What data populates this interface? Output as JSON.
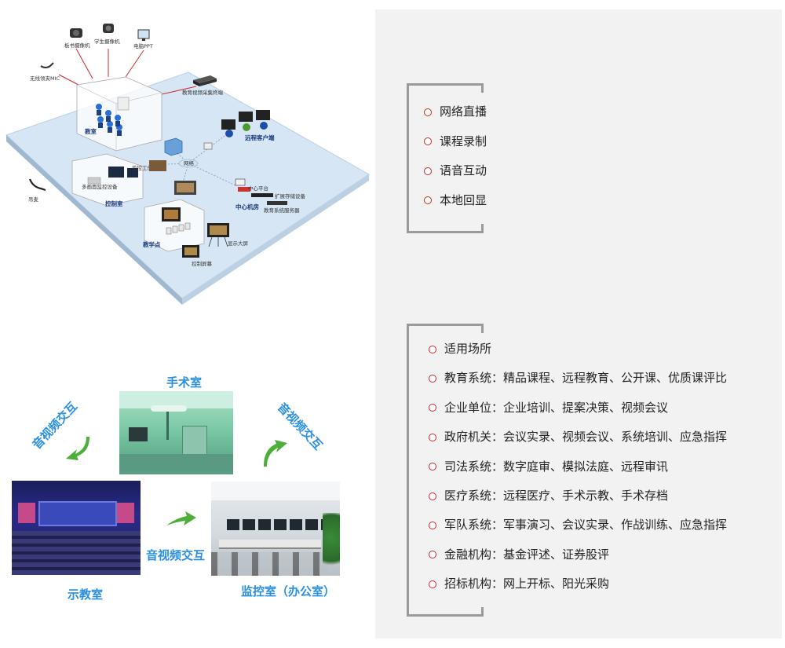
{
  "topology": {
    "nodes": {
      "board_camera": "板书摄像机",
      "student_camera": "学生摄像机",
      "pc_ppt": "电脑PPT",
      "wireless_mic": "无线领夹MIC",
      "capture_terminal": "教育视频采集终端",
      "classroom": "教室",
      "remote_client": "远程客户端",
      "network": "网络",
      "hanging_mic": "吊麦",
      "control_workstation": "监控工作站",
      "control_room": "控制室",
      "multi_monitor": "多画面监控设备",
      "center_platform": "中心平台",
      "expansion_storage": "扩展存储设备",
      "edu_server": "教育系统服务器",
      "center_room": "中心机房",
      "teaching_point": "教学点",
      "projector": "显示大屏",
      "control_screen": "控制屏幕"
    }
  },
  "interaction": {
    "arrow_label_left": "音视频交互",
    "arrow_label_right": "音视频交互",
    "arrow_label_bottom": "音视频交互",
    "rooms": {
      "operating_room": "手术室",
      "demo_classroom": "示教室",
      "monitor_room": "监控室（办公室）"
    }
  },
  "features": {
    "items": [
      "网络直播",
      "课程录制",
      "语音互动",
      "本地回显"
    ]
  },
  "applications": {
    "items": [
      "适用场所",
      "教育系统：精品课程、远程教育、公开课、优质课评比",
      "企业单位：企业培训、提案决策、视频会议",
      "政府机关：会议实录、视频会议、系统培训、应急指挥",
      "司法系统：数字庭审、模拟法庭、远程审讯",
      "医疗系统：远程医疗、手术示教、手术存档",
      "军队系统：军事演习、会议实录、作战训练、应急指挥",
      "金融机构：基金评述、证券股评",
      "招标机构：网上开标、阳光采购"
    ]
  },
  "colors": {
    "bullet": "#c0282d",
    "room_label": "#2a8fe0",
    "arrow": "#4caf3a",
    "panel_bg": "#f3f2f3",
    "bracket": "#9a9a9a"
  }
}
